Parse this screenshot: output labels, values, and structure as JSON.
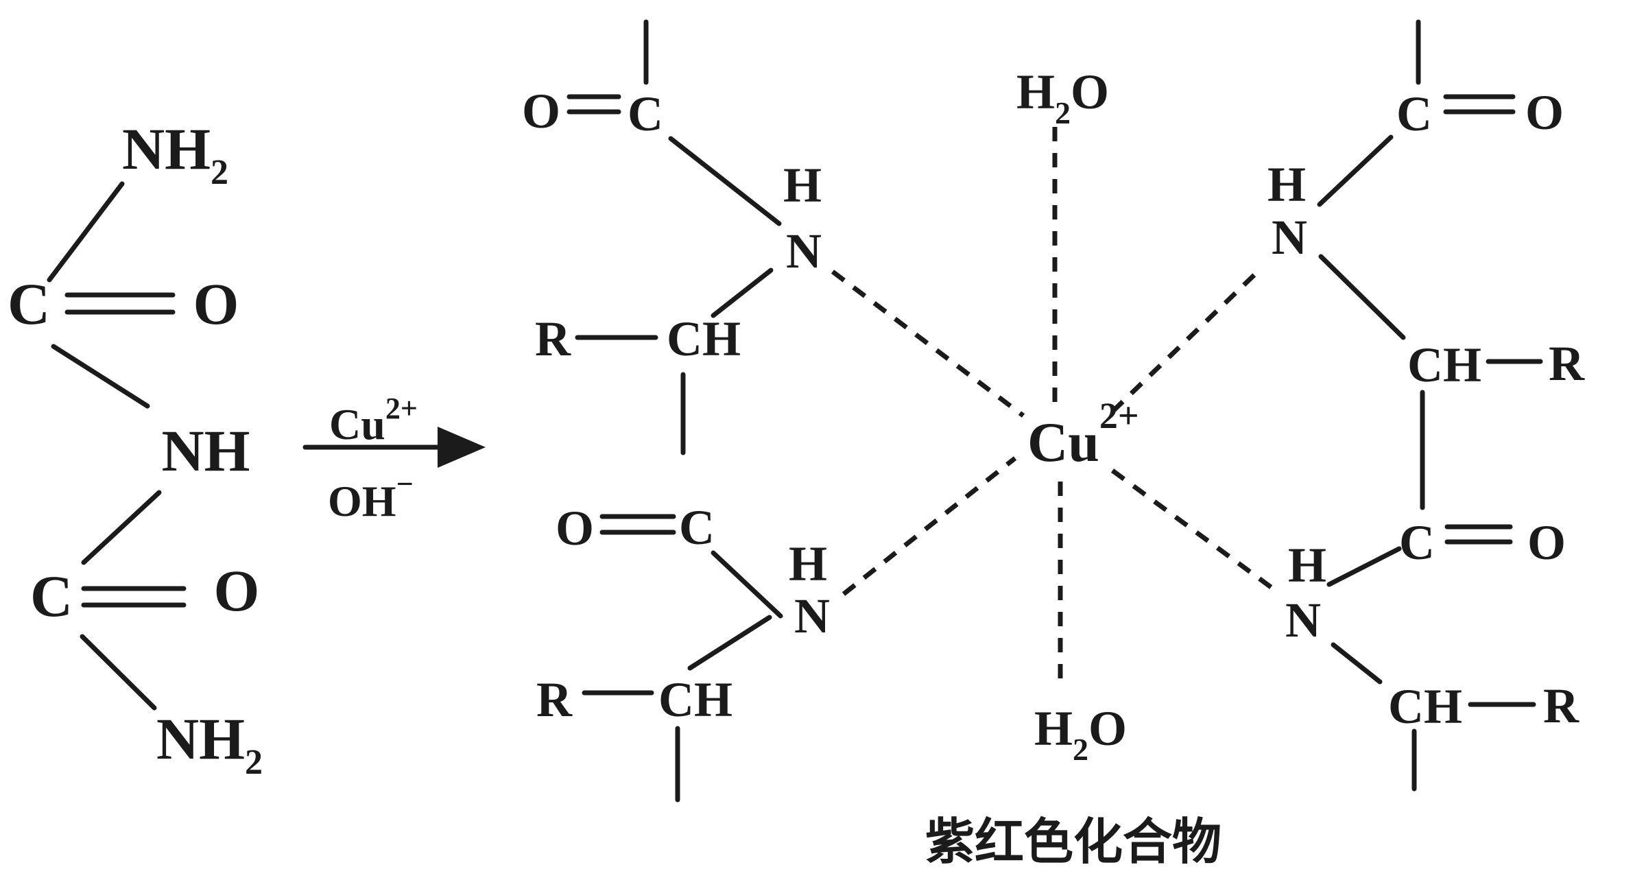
{
  "caption": "紫红色化合物",
  "colors": {
    "ink": "#1b1b1b",
    "background": "#ffffff"
  },
  "biuret": {
    "nh2_top": {
      "base": "NH",
      "sub": "2"
    },
    "c1": "C",
    "o1": "O",
    "nh": "NH",
    "c2": "C",
    "o2": "O",
    "nh2_bot": {
      "base": "NH",
      "sub": "2"
    }
  },
  "arrow": {
    "top": {
      "base": "Cu",
      "sup": "2+"
    },
    "bottom": {
      "base": "OH",
      "sup": "−"
    }
  },
  "complex": {
    "cu": {
      "base": "Cu",
      "sup": "2+"
    },
    "h2o_top": {
      "h": "H",
      "sub": "2",
      "o": "O"
    },
    "h2o_bot": {
      "h": "H",
      "sub": "2",
      "o": "O"
    },
    "arm_tl": {
      "o": "O",
      "c": "C",
      "h": "H",
      "n": "N",
      "r": "R",
      "ch": "CH"
    },
    "arm_bl": {
      "o": "O",
      "c": "C",
      "h": "H",
      "n": "N",
      "r": "R",
      "ch": "CH"
    },
    "arm_tr": {
      "c": "C",
      "o": "O",
      "h": "H",
      "n": "N",
      "ch": "CH",
      "r": "R"
    },
    "arm_br": {
      "c": "C",
      "o": "O",
      "h": "H",
      "n": "N",
      "ch": "CH",
      "r": "R"
    }
  }
}
